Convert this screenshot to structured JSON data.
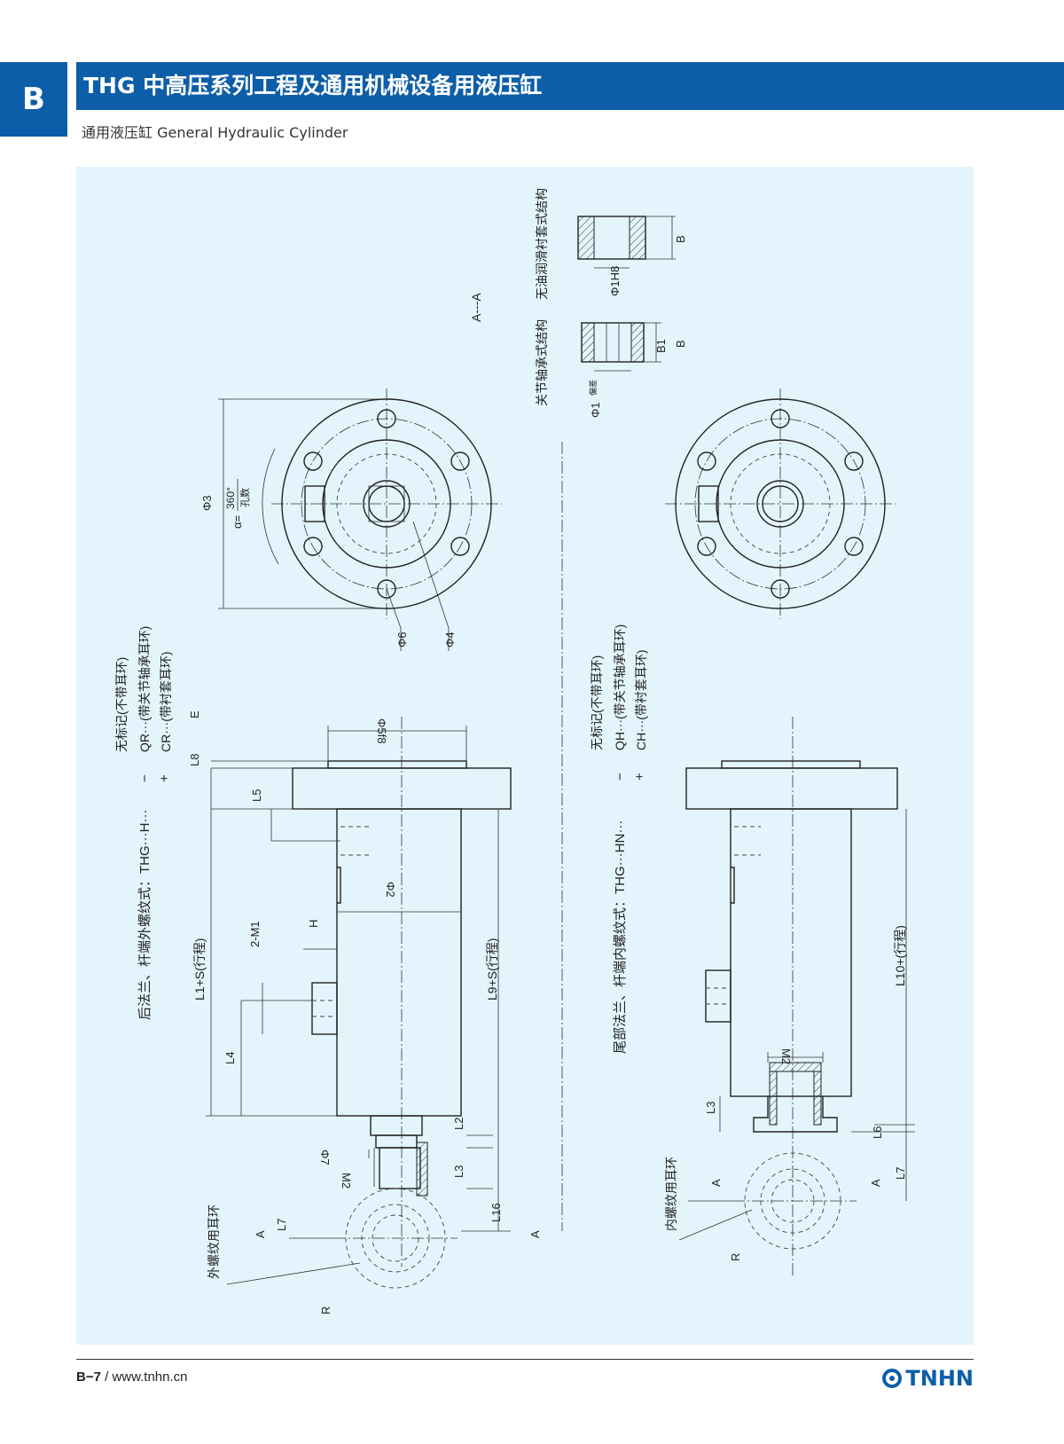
{
  "header": {
    "tab": "B",
    "title": "THG 中高压系列工程及通用机械设备用液压缸",
    "subtitle": "通用液压缸 General Hydraulic Cylinder"
  },
  "drawing": {
    "section_label": "A---A",
    "bearing_label": "关节轴承式结构",
    "bushing_label": "无油润滑衬套式结构",
    "dims": {
      "phi1": "Φ1",
      "phi1_tol": "偏差",
      "b1": "B1",
      "b": "B",
      "phi1h8": "Φ1H8",
      "phi3": "Φ3",
      "alpha": "α=",
      "alpha_num": "360°",
      "alpha_den": "孔数",
      "phi6": "Φ6",
      "phi4": "Φ4",
      "phi5f8": "Φ5f8",
      "e": "E",
      "l8": "L8",
      "l5": "L5",
      "phi2": "Φ2",
      "h": "H",
      "m1": "2-M1",
      "l1s": "L1+S(行程)",
      "l4": "L4",
      "l9s": "L9+S(行程)",
      "l2": "L2",
      "l3": "L3",
      "l16": "L16",
      "phi7": "Φ7",
      "m2": "M2",
      "l7": "L7",
      "a": "A",
      "r": "R",
      "l10s": "L10+(行程)",
      "l6": "L6"
    },
    "left_title": "后法兰、杆端外螺纹式：THG···H···",
    "left_opts": {
      "minus": "−",
      "none": "无标记(不带耳环)",
      "qr": "QR···(带关节轴承耳环)",
      "plus": "+",
      "cr": "CR···(带衬套耳环)"
    },
    "left_ring_label": "外螺纹用耳环",
    "right_title": "尾部法兰、杆端内螺纹式：THG···HN···",
    "right_opts": {
      "minus": "−",
      "none": "无标记(不带耳环)",
      "qh": "QH···(带关节轴承耳环)",
      "plus": "+",
      "ch": "CH···(带衬套耳环)"
    },
    "right_ring_label": "内螺纹用耳环"
  },
  "footer": {
    "page": "B−7",
    "sep": "/",
    "url": "www.tnhn.cn",
    "brand": "TNHN"
  }
}
